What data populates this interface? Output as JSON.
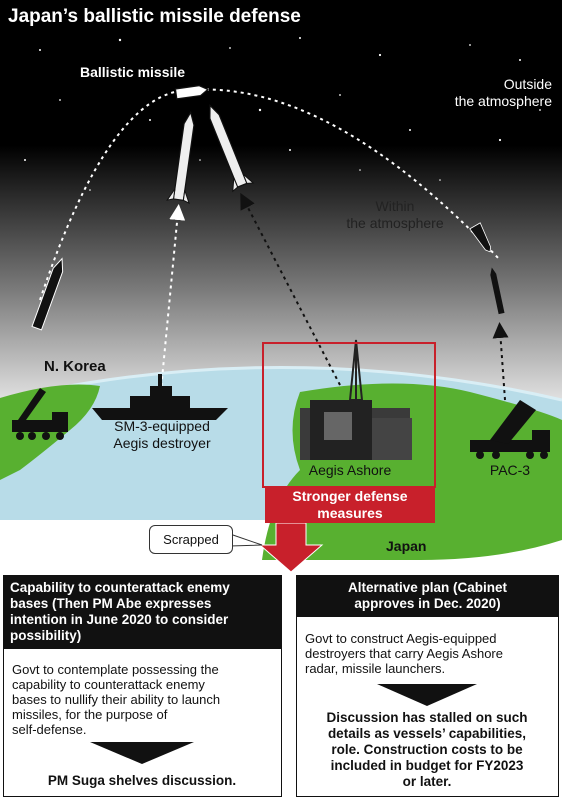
{
  "title": "Japan’s ballistic missile defense",
  "labels": {
    "ballistic_missile": "Ballistic missile",
    "outside_line1": "Outside",
    "outside_line2": "the atmosphere",
    "within_line1": "Within",
    "within_line2": "the atmosphere",
    "north_korea": "N. Korea",
    "sm3_line1": "SM-3-equipped",
    "sm3_line2": "Aegis destroyer",
    "aegis_ashore": "Aegis Ashore",
    "pac3": "PAC-3",
    "japan": "Japan",
    "scrapped": "Scrapped",
    "banner_line1": "Stronger defense",
    "banner_line2": "measures"
  },
  "left_panel": {
    "heading_lines": [
      "Capability to counterattack enemy",
      "bases (Then PM Abe expresses",
      "intention in June 2020 to consider",
      "possibility)"
    ],
    "body_lines": [
      "Govt to contemplate possessing the",
      "capability to counterattack enemy",
      "bases to nullify their ability to launch",
      "missiles, for the purpose of",
      "self-defense."
    ],
    "conclusion": "PM Suga shelves discussion."
  },
  "right_panel": {
    "heading_lines": [
      "Alternative plan (Cabinet",
      "approves in Dec. 2020)"
    ],
    "body_lines": [
      "Govt to construct Aegis-equipped",
      "destroyers that carry Aegis Ashore",
      "radar, missile launchers."
    ],
    "conclusion_lines": [
      "Discussion has stalled on such",
      "details as vessels’ capabilities,",
      "role. Construction costs to be",
      "included in budget for FY2023",
      "or later."
    ]
  },
  "colors": {
    "sky_top": "#000000",
    "sky_bottom": "#ffffff",
    "ocean": "#b8dce8",
    "land": "#58b030",
    "accent_red": "#c8202b",
    "panel_header": "#111111"
  }
}
